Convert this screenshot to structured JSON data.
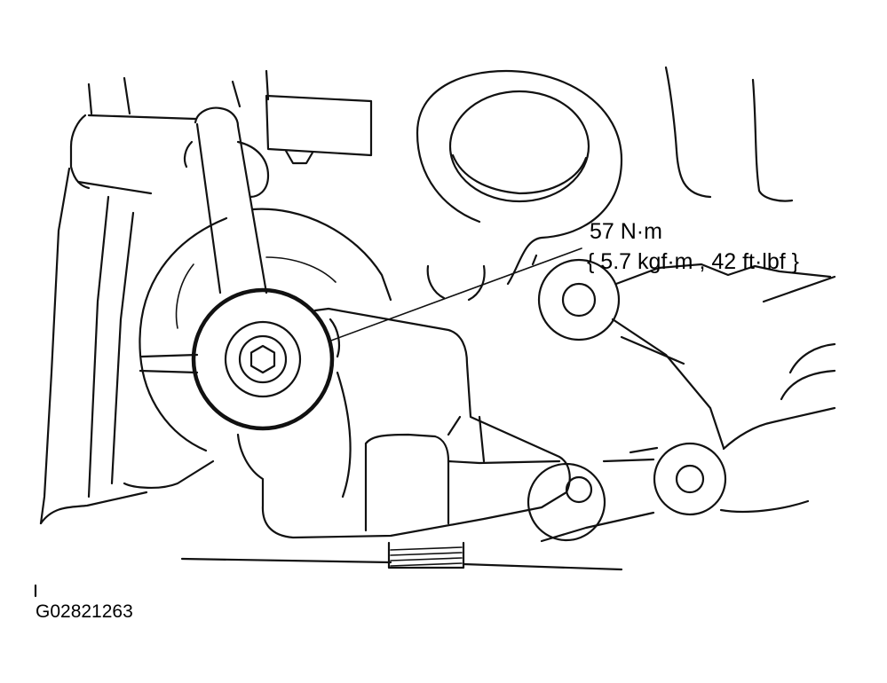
{
  "annotation": {
    "torque_nm": "57 N·m",
    "torque_alt": "{ 5.7 kgf·m , 42 ft·lbf }"
  },
  "figure_id": "G02821263",
  "colors": {
    "ink": "#111111",
    "background": "#ffffff"
  },
  "icons": {
    "bolt": "hex-socket-bolt-icon"
  }
}
